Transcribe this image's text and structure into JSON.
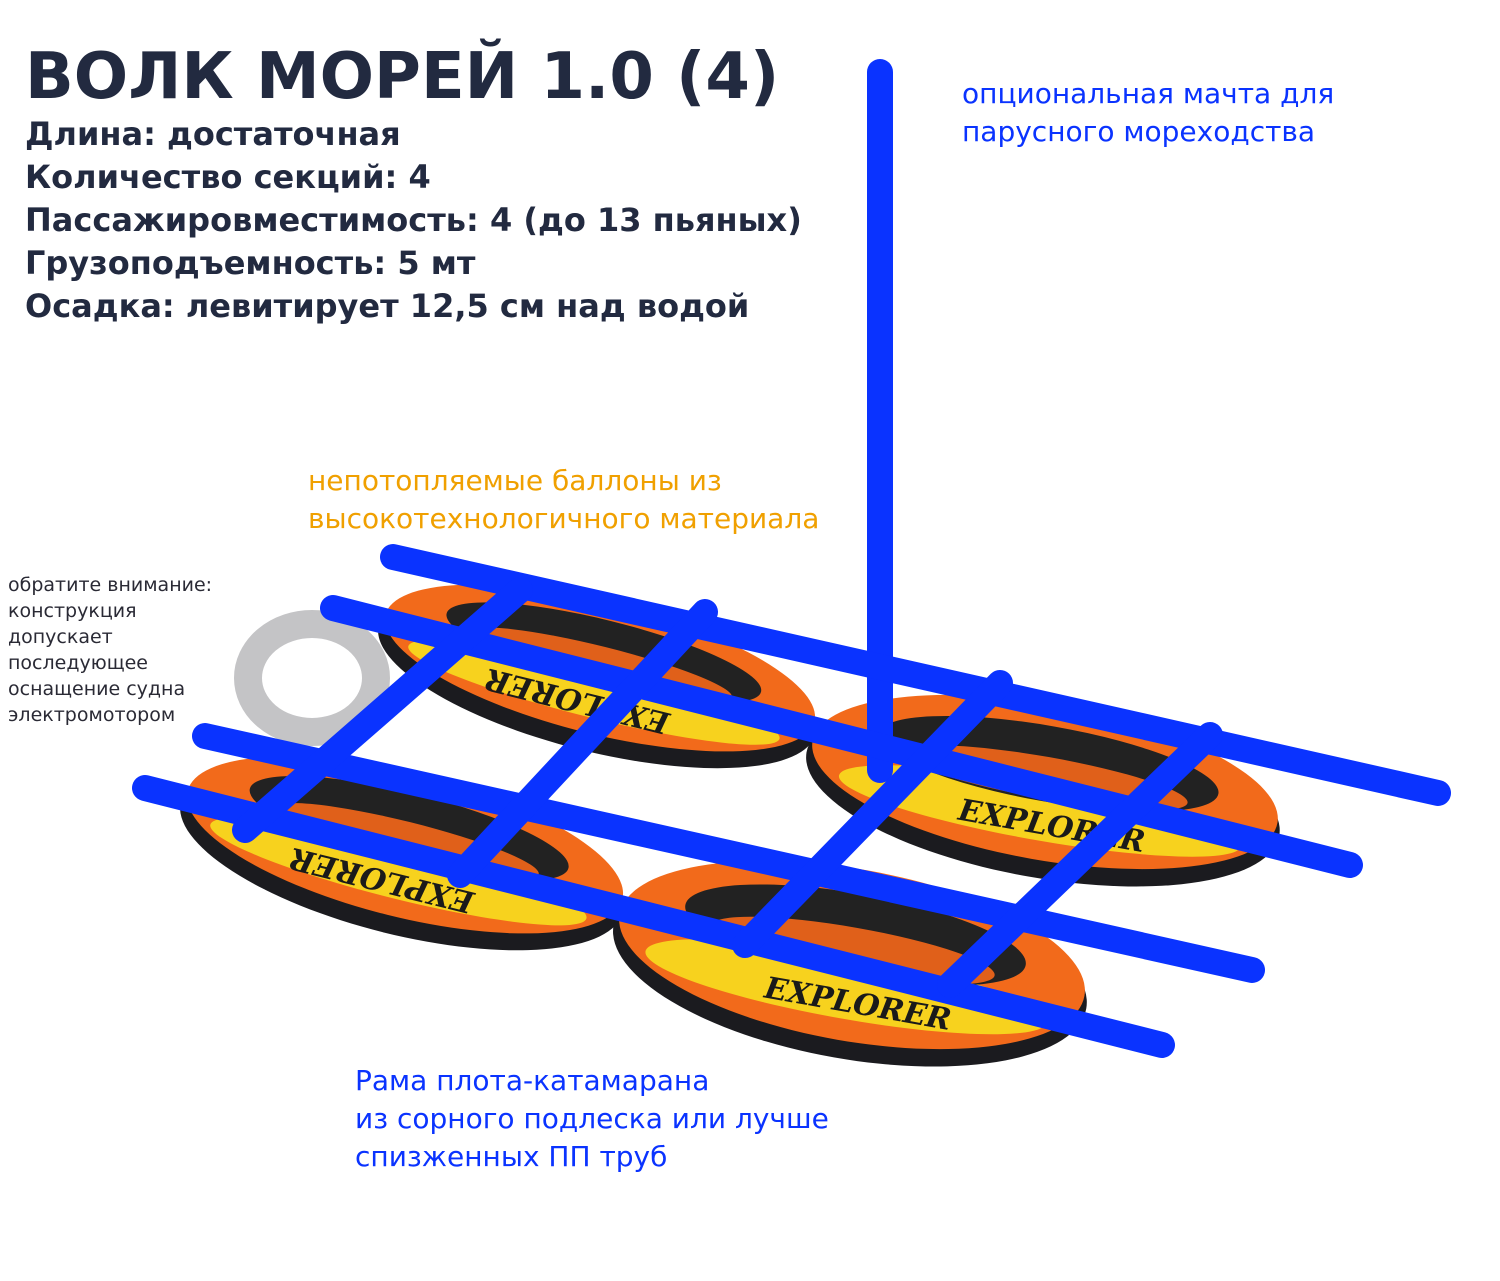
{
  "title": "ВОЛК МОРЕЙ 1.0 (4)",
  "specs": [
    "Длина: достаточная",
    "Количество секций: 4",
    "Пассажировместимость: 4 (до 13 пьяных)",
    "Грузоподъемность: 5 мт",
    "Осадка: левитирует 12,5 см над водой"
  ],
  "annotations": {
    "mast": [
      "опциональная мачта для",
      "парусного мореходства"
    ],
    "floats": [
      "непотопляемые баллоны из",
      "высокотехнологичного материала"
    ],
    "motor_note": [
      "обратите внимание:",
      "конструкция",
      "допускает",
      "последующее",
      "оснащение судна",
      "электромотором"
    ],
    "frame": [
      "Рама плота-катамарана",
      "из сорного подлеска или лучше",
      "спизженных ПП труб"
    ]
  },
  "boat_label": "EXPLORER",
  "colors": {
    "frame": "#0a33ff",
    "float_text": "#f0a000",
    "boat_orange": "#f26a1b",
    "boat_yellow": "#f7d21e",
    "text_dark": "#222a40"
  }
}
